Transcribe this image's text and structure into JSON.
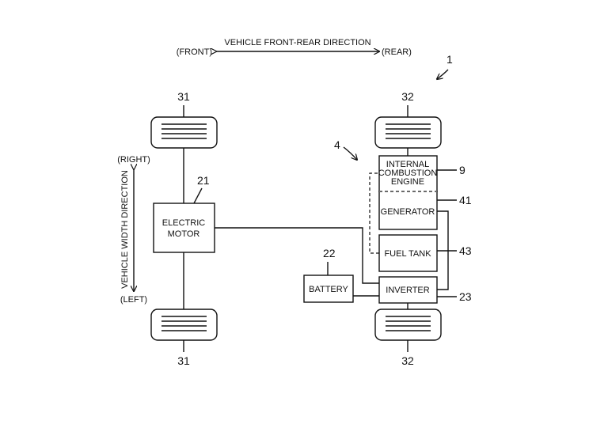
{
  "figure_ref": "1",
  "direction_front_rear": {
    "title": "VEHICLE FRONT-REAR DIRECTION",
    "front": "(FRONT)",
    "rear": "(REAR)"
  },
  "direction_width": {
    "title": "VEHICLE WIDTH DIRECTION",
    "right": "(RIGHT)",
    "left": "(LEFT)"
  },
  "wheels": {
    "front_top_ref": "31",
    "front_bottom_ref": "31",
    "rear_top_ref": "32",
    "rear_bottom_ref": "32"
  },
  "electric_motor": {
    "line1": "ELECTRIC",
    "line2": "MOTOR",
    "ref": "21"
  },
  "battery": {
    "label": "BATTERY",
    "ref": "22"
  },
  "inverter": {
    "label": "INVERTER",
    "ref": "23"
  },
  "unit": {
    "ref": "4"
  },
  "engine": {
    "line1": "INTERNAL",
    "line2": "COMBUSTION",
    "line3": "ENGINE",
    "ref": "9"
  },
  "generator": {
    "label": "GENERATOR",
    "ref": "41"
  },
  "fuel_tank": {
    "label": "FUEL TANK",
    "ref": "43"
  }
}
